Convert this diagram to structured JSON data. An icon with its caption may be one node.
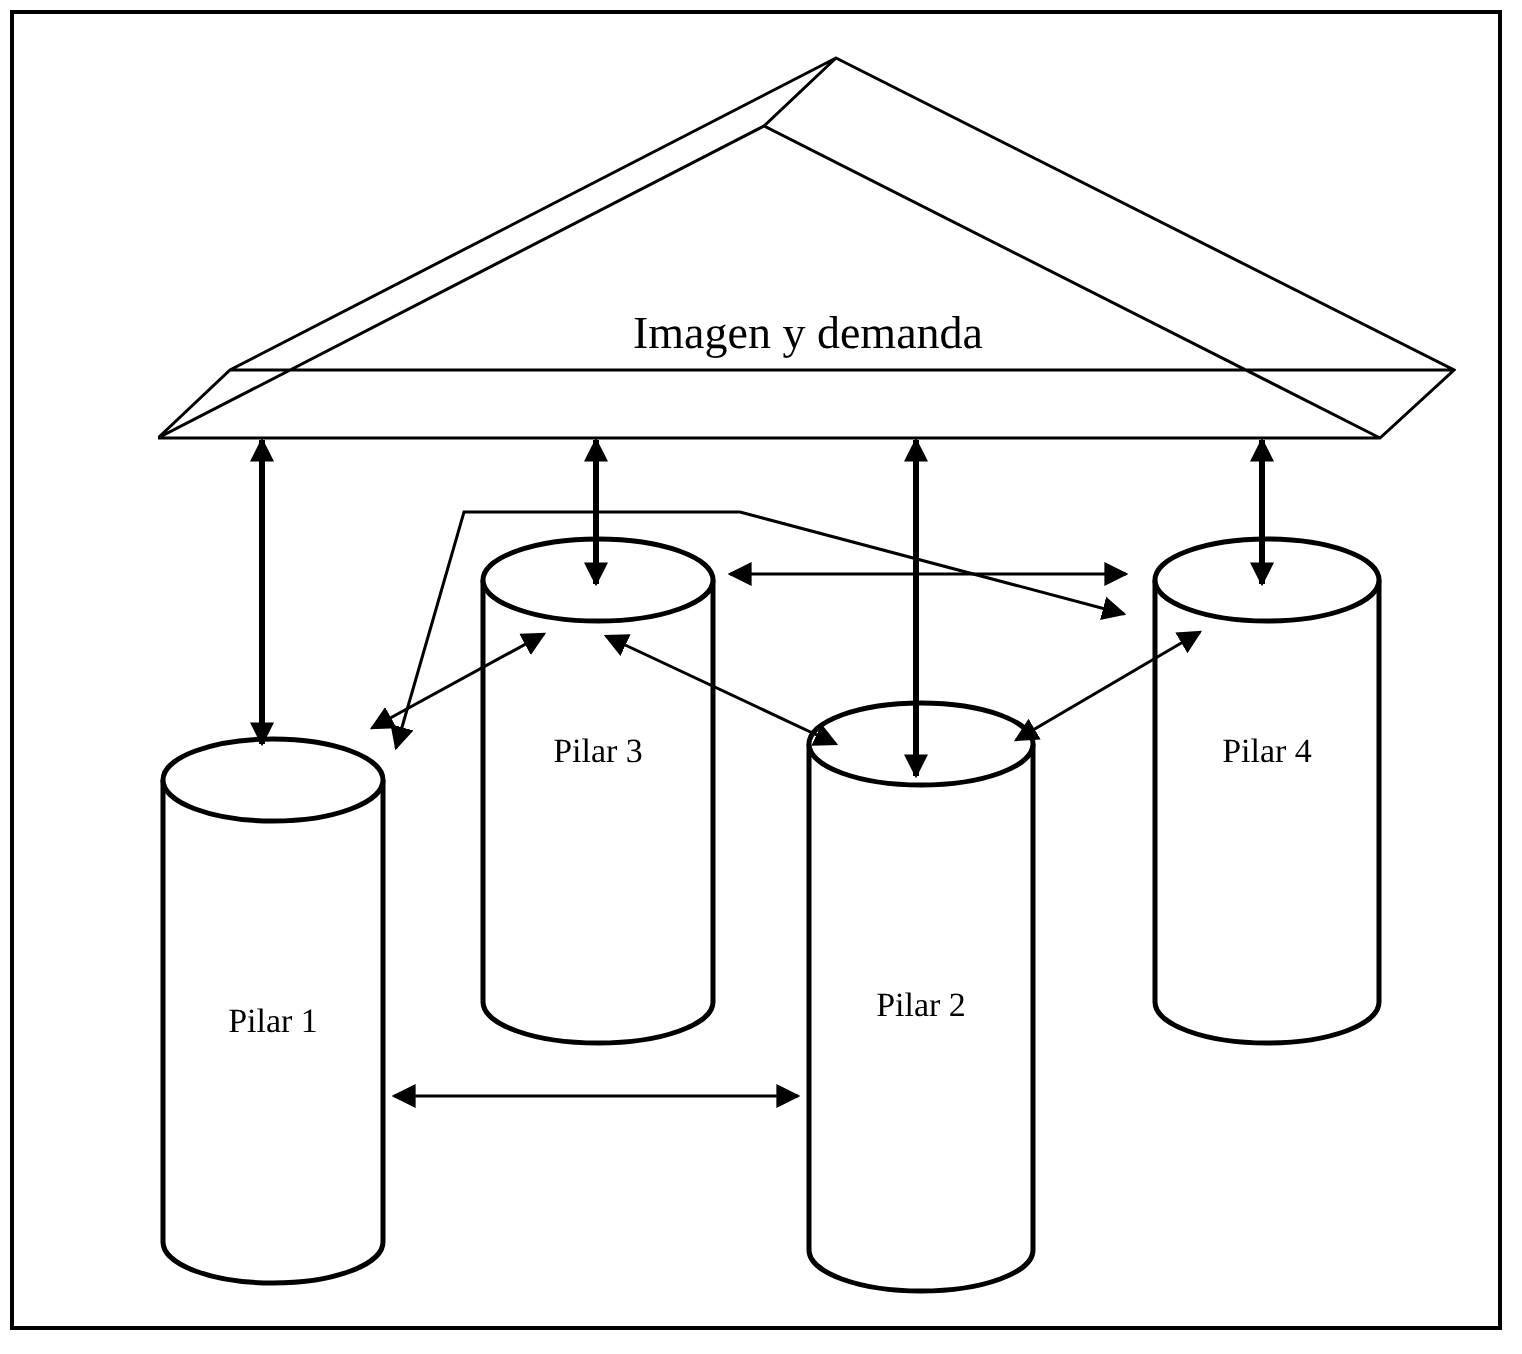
{
  "diagram": {
    "nodes": [
      {
        "text": [
          "Imagen y demanda"
        ]
      },
      {
        "text": [
          "Pilar 1"
        ]
      },
      {
        "text": [
          "Pilar 2"
        ]
      },
      {
        "text": [
          "Pilar 3"
        ]
      },
      {
        "text": [
          "Pilar 4"
        ]
      }
    ],
    "edges": [
      {
        "from": 0,
        "to": 1,
        "arrow": "both",
        "style": "thick"
      },
      {
        "from": 0,
        "to": 3,
        "arrow": "both",
        "style": "thick"
      },
      {
        "from": 0,
        "to": 2,
        "arrow": "both",
        "style": "thick"
      },
      {
        "from": 0,
        "to": 4,
        "arrow": "both",
        "style": "thick"
      },
      {
        "from": 3,
        "to": 4,
        "arrow": "both"
      },
      {
        "from": 1,
        "to": 3,
        "arrow": "both"
      },
      {
        "from": 1,
        "to": 4,
        "arrow": "both"
      },
      {
        "from": 3,
        "to": 2,
        "arrow": "both"
      },
      {
        "from": 1,
        "to": 2,
        "arrow": "both"
      },
      {
        "from": 2,
        "to": 4,
        "arrow": "both"
      }
    ]
  }
}
